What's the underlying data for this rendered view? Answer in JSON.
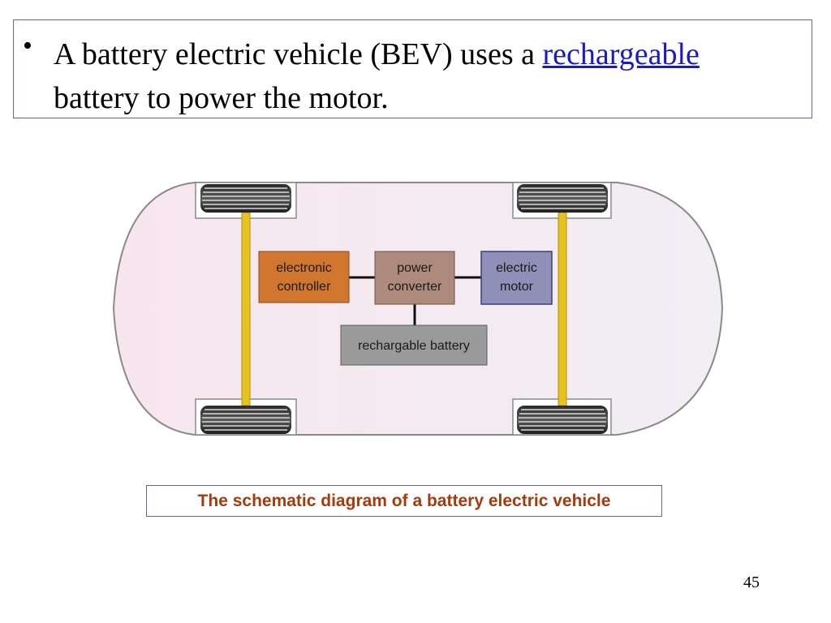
{
  "slide": {
    "bullet": {
      "marker": "•",
      "text_before": "A battery electric vehicle (BEV) uses a ",
      "link_text": "rechargeable",
      "text_after": " battery to power the motor."
    },
    "diagram": {
      "components": {
        "controller": [
          "electronic",
          "controller"
        ],
        "converter": [
          "power",
          "converter"
        ],
        "motor": [
          "electric",
          "motor"
        ],
        "battery": [
          "rechargable battery"
        ]
      },
      "colors": {
        "controller_fill": "#d1762f",
        "converter_fill": "#ad8a7c",
        "motor_fill": "#8f8fb8",
        "battery_fill": "#9a9a9a",
        "axle": "#e8c21f",
        "body_fill": "#f3eef3",
        "body_stroke": "#8a8a8a"
      }
    },
    "caption": "The schematic diagram of a battery electric vehicle",
    "page_number": "45"
  }
}
